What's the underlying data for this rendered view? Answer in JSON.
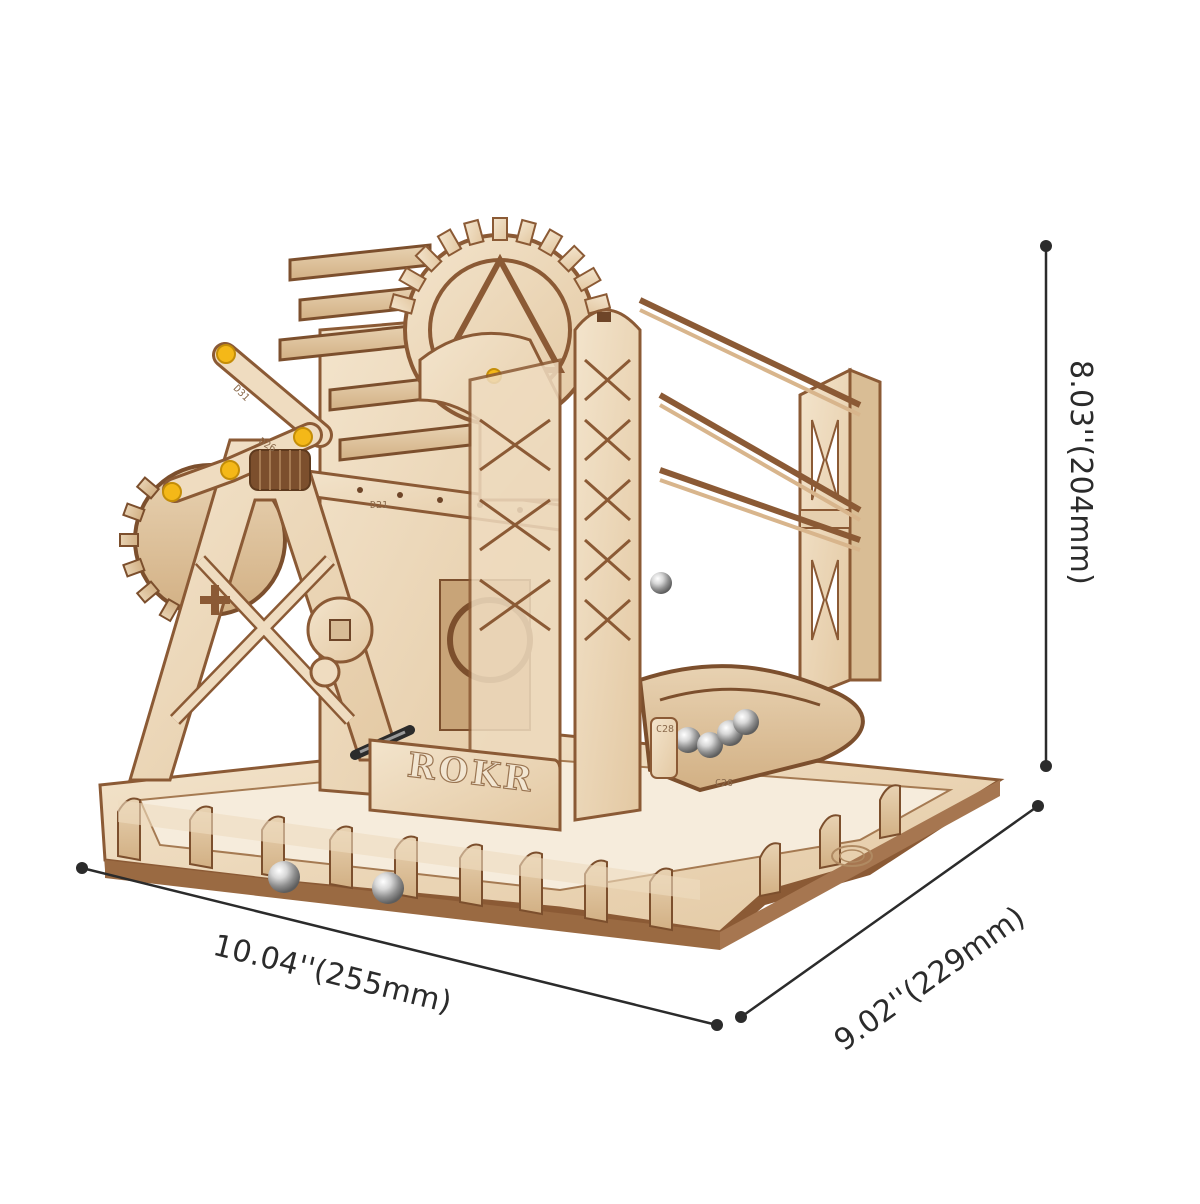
{
  "product": {
    "brand": "ROKR",
    "description": "Wooden mechanical marble run model kit with dimension annotations"
  },
  "dimensions": {
    "width": {
      "label": "10.04''(255mm)",
      "inches": 10.04,
      "mm": 255
    },
    "depth": {
      "label": "9.02''(229mm)",
      "inches": 9.02,
      "mm": 229
    },
    "height": {
      "label": "8.03''(204mm)",
      "inches": 8.03,
      "mm": 204
    }
  },
  "part_tags": [
    "D31",
    "D26",
    "D21",
    "C28",
    "C26"
  ],
  "colors": {
    "background": "#ffffff",
    "wood_light": "#efdcc0",
    "wood_mid": "#e2c8a4",
    "wood_edge": "#8b5a35",
    "wood_shadow": "#6e4528",
    "axle_cap": "#f4b818",
    "steel_ball": "#c9c9c9",
    "dimension_line": "#2b2b2b"
  }
}
